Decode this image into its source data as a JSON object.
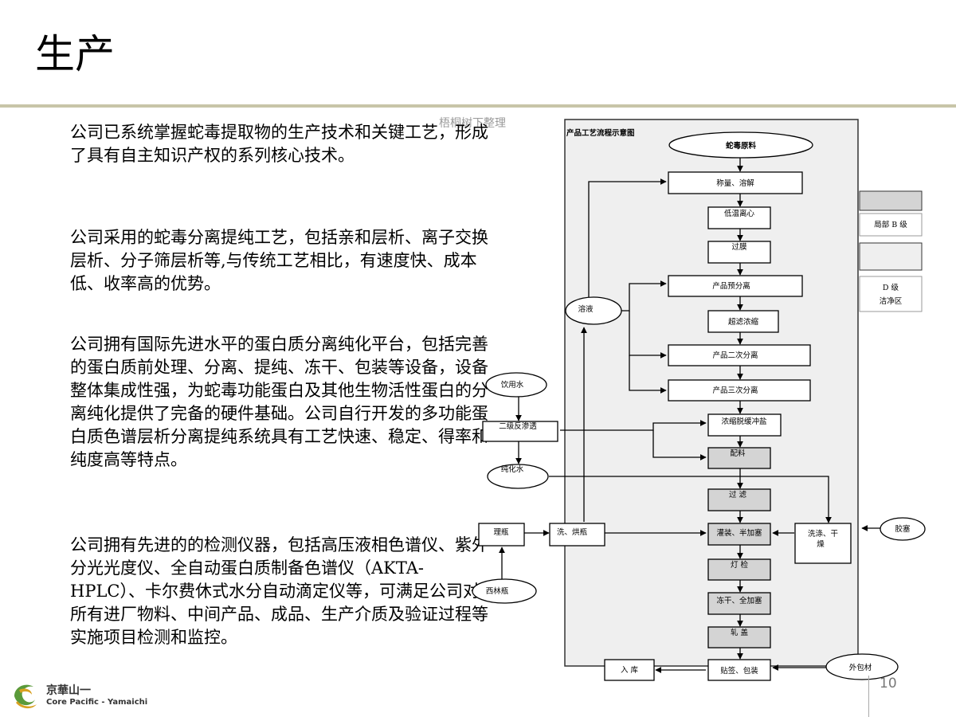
{
  "slide": {
    "title": "生产",
    "watermark": "梧桐树下整理",
    "paragraphs": [
      "公司已系统掌握蛇毒提取物的生产技术和关键工艺，形成了具有自主知识产权的系列核心技术。",
      "公司采用的蛇毒分离提纯工艺，包括亲和层析、离子交换层析、分子筛层析等,与传统工艺相比，有速度快、成本低、收率高的优势。",
      "公司拥有国际先进水平的蛋白质分离纯化平台，包括完善的蛋白质前处理、分离、提纯、冻干、包装等设备，设备整体集成性强，为蛇毒功能蛋白及其他生物活性蛋白的分离纯化提供了完备的硬件基础。公司自行开发的多功能蛋白质色谱层析分离提纯系统具有工艺快速、稳定、得率和纯度高等特点。",
      "公司拥有先进的的检测仪器，包括高压液相色谱仪、紫外分光光度仪、全自动蛋白质制备色谱仪（AKTA-HPLC）、卡尔费休式水分自动滴定仪等，可满足公司对所有进厂物料、中间产品、成品、生产介质及验证过程等实施项目检测和监控。"
    ],
    "page_number": "10"
  },
  "logo": {
    "cn": "京華山一",
    "en": "Core Pacific - Yamaichi",
    "colors": {
      "green": "#5a9a3a",
      "gold": "#d8a020"
    }
  },
  "flowchart": {
    "title": "产品工艺流程示意图",
    "nodes": {
      "snake_venom_raw": "蛇毒原料",
      "weigh_dissolve": "称量、溶解",
      "low_temp_centrifuge": "低温离心",
      "filter_membrane": "过膜",
      "product_pre_separation": "产品预分离",
      "ultrafiltration_concentrate": "超滤浓缩",
      "product_second_separation": "产品二次分离",
      "product_third_separation": "产品三次分离",
      "concentrate_desalt": "浓缩脱缓冲盐",
      "formulation": "配料",
      "filtration": "过  滤",
      "filling_half_stopper": "灌装、半加塞",
      "light_inspection": "灯  检",
      "freeze_dry_full_stopper": "冻干、全加塞",
      "capping": "轧  盖",
      "label_package": "贴签、包装",
      "warehouse": "入  库",
      "external_packaging": "外包材",
      "solution": "溶液",
      "drinking_water": "饮用水",
      "second_ro": "二级反渗透",
      "purified_water": "纯化水",
      "sort_bottles": "理瓶",
      "vials": "西林瓶",
      "wash_dry_bottles": "洗、烘瓶",
      "wash_dry_stoppers": "洗涤、干燥",
      "rubber_stoppers": "胶塞"
    },
    "legend": {
      "local_b": "局部 B 级",
      "d_clean": "D 级洁净区"
    }
  }
}
